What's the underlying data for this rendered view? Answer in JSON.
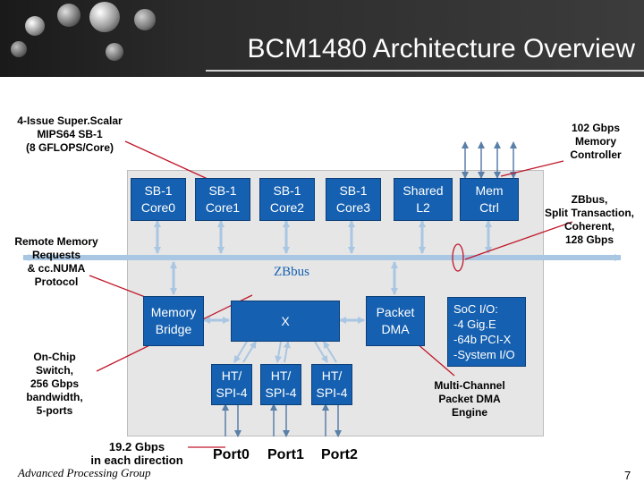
{
  "title": "BCM1480 Architecture Overview",
  "blocks": {
    "core0": [
      "SB-1",
      "Core0"
    ],
    "core1": [
      "SB-1",
      "Core1"
    ],
    "core2": [
      "SB-1",
      "Core2"
    ],
    "core3": [
      "SB-1",
      "Core3"
    ],
    "shared_l2": [
      "Shared",
      "L2"
    ],
    "mem_ctrl": [
      "Mem",
      "Ctrl"
    ],
    "memory_bridge": [
      "Memory",
      "Bridge"
    ],
    "switch_x": "X",
    "packet_dma": [
      "Packet",
      "DMA"
    ],
    "ht0": [
      "HT/",
      "SPI-4"
    ],
    "ht1": [
      "HT/",
      "SPI-4"
    ],
    "ht2": [
      "HT/",
      "SPI-4"
    ],
    "soc_io": [
      "SoC I/O:",
      "-4 Gig.E",
      "-64b PCI-X",
      "-System I/O"
    ]
  },
  "bus_label": "ZBbus",
  "ports": [
    "Port0",
    "Port1",
    "Port2"
  ],
  "annotations": {
    "superscalar": [
      "4-Issue Super.Scalar",
      "MIPS64 SB-1",
      "(8 GFLOPS/Core)"
    ],
    "memory_controller": [
      "102 Gbps",
      "Memory",
      "Controller"
    ],
    "zbus": [
      "ZBbus,",
      "Split Transaction,",
      "Coherent,",
      "128 Gbps"
    ],
    "remote_memory": [
      "Remote Memory",
      "Requests",
      "& cc.NUMA",
      "Protocol"
    ],
    "onchip_switch": [
      "On-Chip",
      "Switch,",
      "256 Gbps",
      "bandwidth,",
      "5-ports"
    ],
    "multichannel": [
      "Multi-Channel",
      "Packet DMA",
      "Engine"
    ],
    "direction": [
      "19.2 Gbps",
      "in each direction"
    ]
  },
  "footer": "Advanced Processing Group",
  "page_number": "7",
  "colors": {
    "block": "#1560b0",
    "connector": "#a9c6e2",
    "callout": "#c0182a",
    "panel": "#e6e6e6"
  }
}
